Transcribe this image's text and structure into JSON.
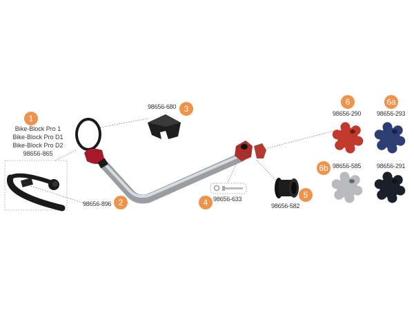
{
  "callouts": [
    {
      "number": "1",
      "names": [
        "Bike-Block Pro 1",
        "Bike-Block Pro D1",
        "Bike-Block Pro D2"
      ],
      "part_no": "98656-865"
    },
    {
      "number": "2",
      "part_no": "98656-896"
    },
    {
      "number": "3",
      "part_no": "98656-680"
    },
    {
      "number": "4",
      "part_no": "98656-633"
    },
    {
      "number": "5",
      "part_no": "98656-582"
    },
    {
      "number": "6",
      "part_no": "98656-290",
      "color": "#c0392b"
    },
    {
      "number": "6a",
      "part_no": "98656-293",
      "color": "#2c3e73"
    },
    {
      "number": "6b",
      "part_no": "98656-585",
      "color": "#b8babd"
    },
    {
      "number": "",
      "part_no": "98656-291",
      "color": "#1b1f2a"
    }
  ],
  "accent": "#f0934a"
}
